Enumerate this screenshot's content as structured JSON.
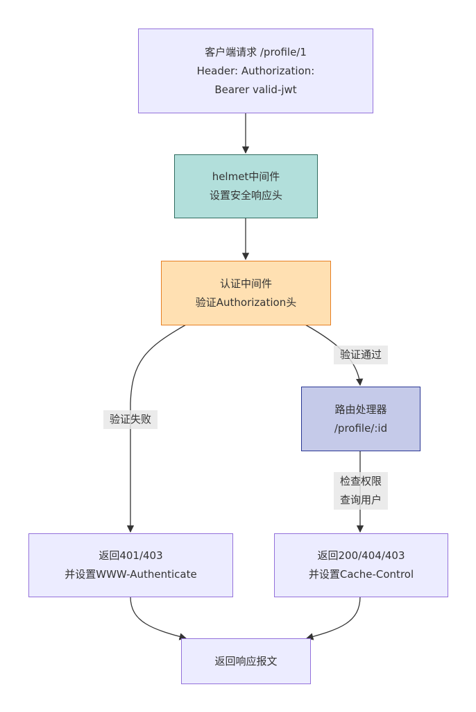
{
  "diagram": {
    "type": "flowchart",
    "direction": "top-to-bottom",
    "nodes": [
      {
        "id": "client",
        "lines": [
          "客户端请求 /profile/1",
          "Header: Authorization:",
          "Bearer valid-jwt"
        ],
        "style": "default"
      },
      {
        "id": "helmet",
        "lines": [
          "helmet中间件",
          "设置安全响应头"
        ],
        "style": "helmet"
      },
      {
        "id": "auth",
        "lines": [
          "认证中间件",
          "验证Authorization头"
        ],
        "style": "auth"
      },
      {
        "id": "route",
        "lines": [
          "路由处理器",
          "/profile/:id"
        ],
        "style": "route"
      },
      {
        "id": "fail",
        "lines": [
          "返回401/403",
          "并设置WWW-Authenticate"
        ],
        "style": "default"
      },
      {
        "id": "ok",
        "lines": [
          "返回200/404/403",
          "并设置Cache-Control"
        ],
        "style": "default"
      },
      {
        "id": "response",
        "lines": [
          "返回响应报文"
        ],
        "style": "default"
      }
    ],
    "edges": [
      {
        "from": "client",
        "to": "helmet",
        "label": []
      },
      {
        "from": "helmet",
        "to": "auth",
        "label": []
      },
      {
        "from": "auth",
        "to": "fail",
        "label": [
          "验证失败"
        ]
      },
      {
        "from": "auth",
        "to": "route",
        "label": [
          "验证通过"
        ]
      },
      {
        "from": "route",
        "to": "ok",
        "label": [
          "检查权限",
          "查询用户"
        ]
      },
      {
        "from": "fail",
        "to": "response",
        "label": []
      },
      {
        "from": "ok",
        "to": "response",
        "label": []
      }
    ],
    "colors": {
      "default_fill": "#ececff",
      "default_stroke": "#9370db",
      "helmet_fill": "#b2dfdb",
      "helmet_stroke": "#2e6b5e",
      "auth_fill": "#ffe0b2",
      "auth_stroke": "#e67e22",
      "route_fill": "#c5cae9",
      "route_stroke": "#283593",
      "edge": "#333333",
      "edge_label_bg": "#e8e8e8"
    }
  }
}
